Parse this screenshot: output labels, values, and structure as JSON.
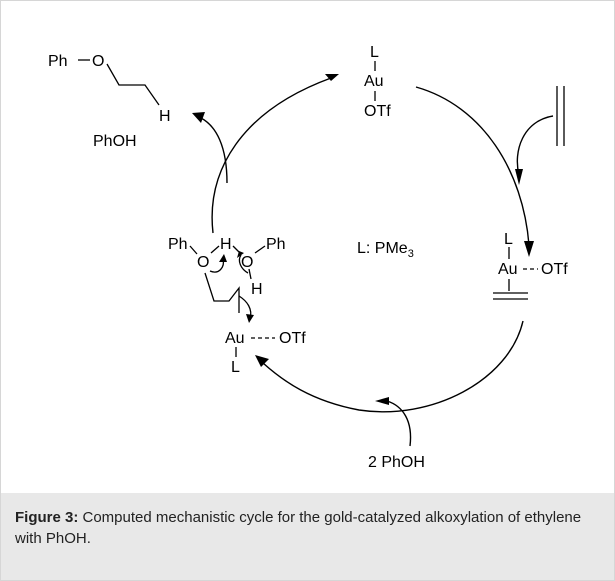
{
  "labels": {
    "product_ph": "Ph",
    "product_o": "O",
    "product_h": "H",
    "product_phoh": "PhOH",
    "top_l": "L",
    "top_au": "Au",
    "top_otf": "OTf",
    "right_l": "L",
    "right_au": "Au",
    "right_otf": "OTf",
    "ligand_text": "L: PMe",
    "ligand_sub": "3",
    "ts_ph1": "Ph",
    "ts_o1": "O",
    "ts_h1": "H",
    "ts_o2": "O",
    "ts_ph2": "Ph",
    "ts_h2": "H",
    "bottom_au": "Au",
    "bottom_otf": "OTf",
    "bottom_l": "L",
    "reagent": "2 PhOH"
  },
  "caption": {
    "label": "Figure 3:",
    "text": " Computed mechanistic cycle for the gold-catalyzed alkoxylation of ethylene with PhOH."
  }
}
